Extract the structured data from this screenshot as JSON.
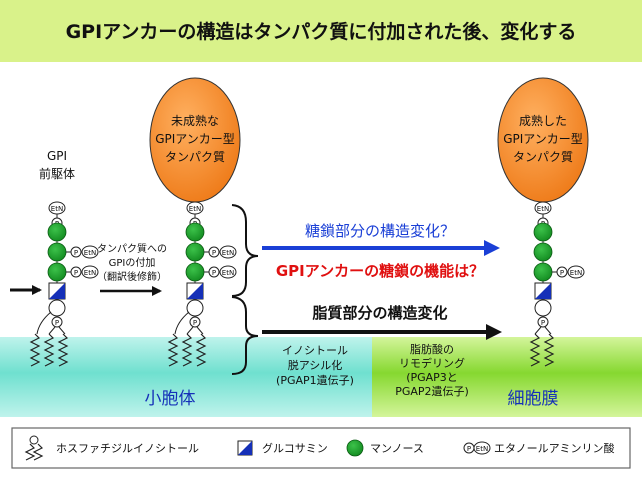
{
  "title": "GPIアンカーの構造はタンパク質に付加された後、変化する",
  "precursor_label": [
    "GPI",
    "前駆体"
  ],
  "immature_protein": [
    "未成熟な",
    "GPIアンカー型",
    "タンパク質"
  ],
  "mature_protein": [
    "成熟した",
    "GPIアンカー型",
    "タンパク質"
  ],
  "attach_label": [
    "タンパク質への",
    "GPIの付加",
    "（翻訳後修飾）"
  ],
  "glycan_change": "糖鎖部分の構造変化？",
  "glycan_function": "GPIアンカーの糖鎖の機能は？",
  "lipid_change": "脂質部分の構造変化",
  "er_label": "小胞体",
  "pm_label": "細胞膜",
  "deacyl_label": [
    "イノシトール",
    "脱アシル化",
    "(PGAP1遺伝子)"
  ],
  "remodel_label": [
    "脂肪酸の",
    "リモデリング",
    "(PGAP3と",
    "PGAP2遺伝子)"
  ],
  "symbol_labels": {
    "etn": "EtN",
    "p": "P"
  },
  "legend": {
    "pi": "ホスファチジルイノシトール",
    "glcn": "グルコサミン",
    "man": "マンノース",
    "etnp": "エタノールアミンリン酸",
    "legend_p": "P",
    "legend_etn": "EtN"
  },
  "colors": {
    "title_bg": "#d9f28a",
    "er": "#7ee6d6",
    "pm": "#8edc3a",
    "protein": "#f3892d",
    "mannose": "#1aa02a",
    "glcn": "#1530b8",
    "blue_arrow": "#1a3fd6",
    "red_text": "#e01010"
  }
}
